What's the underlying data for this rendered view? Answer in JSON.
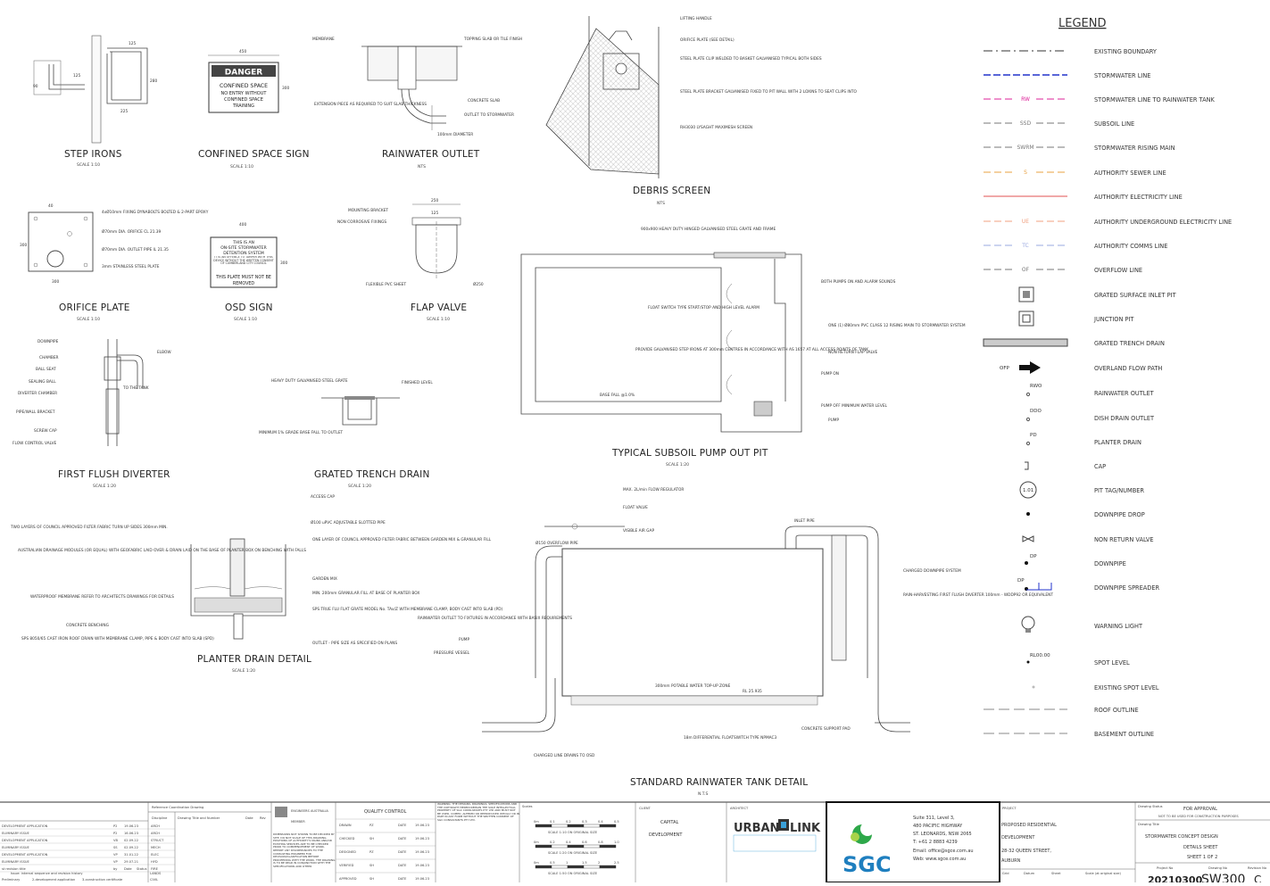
{
  "details": {
    "step_irons": {
      "title": "STEP IRONS",
      "scale": "SCALE 1:10",
      "dims": [
        "125",
        "125",
        "90",
        "280",
        "225"
      ]
    },
    "confined_space_sign": {
      "title": "CONFINED SPACE SIGN",
      "scale": "SCALE 1:10",
      "dim": "450",
      "dim_side": "300",
      "header": "DANGER",
      "line1": "CONFINED SPACE",
      "line2": "NO ENTRY WITHOUT",
      "line3": "CONFINED SPACE",
      "line4": "TRAINING"
    },
    "rainwater_outlet": {
      "title": "RAINWATER OUTLET",
      "scale": "NTS",
      "labels": [
        "MEMBRANE",
        "TOPPING SLAB OR TILE FINISH",
        "EXTENSION PIECE AS REQUIRED TO SUIT SLAB THICKNESS",
        "CONCRETE SLAB",
        "OUTLET TO STORMWATER",
        "100mm DIAMETER"
      ]
    },
    "debris_screen": {
      "title": "DEBRIS SCREEN",
      "scale": "NTS",
      "labels": [
        "LIFTING HANDLE",
        "ORIFICE PLATE (SEE DETAIL)",
        "STEEL PLATE CLIP WELDED TO BASKET GALVANISED TYPICAL BOTH SIDES",
        "STEEL PLATE BRACKET GALVANISED FIXED TO PIT WALL WITH 2 LOXINS TO SEAT CLIPS INTO",
        "RH3030 LYSAGHT MAXIMESH SCREEN"
      ]
    },
    "orifice_plate": {
      "title": "ORIFICE PLATE",
      "scale": "SCALE 1:10",
      "dims": [
        "40",
        "300",
        "300"
      ],
      "labels": [
        "4xØ10mm FIXING DYNABOLTS BOLTED & 2-PART EPOXY",
        "Ø70mm DIA. ORIFICE CL 21.39",
        "Ø70mm DIA. OUTLET PIPE IL 21.35",
        "3mm STAINLESS STEEL PLATE"
      ]
    },
    "osd_sign": {
      "title": "OSD SIGN",
      "scale": "SCALE 1:10",
      "dim": "400",
      "dim_side": "300",
      "line1": "THIS IS AN",
      "line2": "ON-SITE STORMWATER",
      "line3": "DETENTION SYSTEM",
      "line4": "IT IS AN OFFENCE TO TAMPER WITH THIS DEVICE WITHOUT THE WRITTEN CONSENT OF CUMBERLAND CITY COUNCIL",
      "line5": "THIS PLATE MUST NOT BE",
      "line6": "REMOVED"
    },
    "flap_valve": {
      "title": "FLAP VALVE",
      "scale": "SCALE 1:10",
      "dims": [
        "250",
        "125",
        "Ø250"
      ],
      "labels": [
        "MOUNTING BRACKET",
        "NON CORROSIVE FIXINGS",
        "FLEXIBLE PVC SHEET"
      ]
    },
    "pump_pit": {
      "title": "TYPICAL SUBSOIL PUMP OUT PIT",
      "scale": "SCALE 1:20",
      "labels": [
        "900x900 HEAVY DUTY HINGED GALVANISED STEEL GRATE AND FRAME",
        "FLOAT SWITCH TYPE START/STOP AND HIGH LEVEL ALARM",
        "PROVIDE GALVANISED STEP IRONS AT 300mm CENTRES IN ACCORDANCE WITH AS 1657 AT ALL ACCESS POINTS OF TANK",
        "BASE FALL @1.0%",
        "BOTH PUMPS ON AND ALARM SOUNDS",
        "ONE (1) Ø80mm PVC CLASS 12 RISING MAIN TO STORMWATER SYSTEM",
        "NON RETURN FLAP VALVE",
        "PUMP ON",
        "PUMP OFF MINIMUM WATER LEVEL",
        "PUMP"
      ]
    },
    "first_flush": {
      "title": "FIRST FLUSH DIVERTER",
      "scale": "SCALE 1:20",
      "labels": [
        "DOWNPIPE",
        "CHAMBER",
        "BALL SEAT",
        "SEALING BALL",
        "DIVERTER CHAMBER",
        "PIPE/WALL BRACKET",
        "SCREW CAP",
        "FLOW CONTROL VALVE",
        "ELBOW",
        "TO THE TANK"
      ]
    },
    "grated_trench": {
      "title": "GRATED TRENCH DRAIN",
      "scale": "SCALE 1:20",
      "labels": [
        "HEAVY DUTY GALVANISED STEEL GRATE",
        "FINISHED LEVEL",
        "MINIMUM 1% GRADE BASE FALL TO OUTLET"
      ]
    },
    "planter_drain": {
      "title": "PLANTER DRAIN DETAIL",
      "scale": "SCALE 1:20",
      "labels": [
        "ACCESS CAP",
        "Ø100 uPVC ADJUSTABLE SLOTTED PIPE",
        "ONE LAYER OF COUNCIL APPROVED FILTER FABRIC BETWEEN GARDEN MIX & GRANULAR FILL",
        "GARDEN MIX",
        "MIN. 200mm GRANULAR FILL AT BASE OF PLANTER BOX",
        "SPS TRUE FLU FLAT GRATE MODEL No. TAx/Z WITH MEMBRANE CLAMP, BODY CAST INTO SLAB (PD)",
        "OUTLET - PIPE SIZE AS SPECIFIED ON PLANS",
        "TWO LAYERS OF COUNCIL APPROVED FILTER FABRIC TURN UP SIDES 300mm MIN.",
        "AUSTRALIAN DRAINAGE MODULES (OR EQUAL) WITH GEOFABRIC LAID OVER & DRAIN LAID ON THE BASE OF PLANTER BOX ON BENCHING WITH FALLS",
        "WATERPROOF MEMBRANE REFER TO ARCHITECTS DRAWINGS FOR DETAILS",
        "CONCRETE BENCHING",
        "SPS 8050/65 CAST IRON ROOF DRAIN WITH MEMBRANE CLAMP, PIPE & BODY CAST INTO SLAB (SPD)"
      ]
    },
    "rainwater_tank": {
      "title": "STANDARD RAINWATER TANK DETAIL",
      "scale": "N.T.S",
      "labels": [
        "MAX. 2L/min FLOW REGULATOR",
        "FLOAT VALVE",
        "VISIBLE AIR GAP",
        "Ø150 OVERFLOW PIPE",
        "INLET PIPE",
        "CHARGED DOWNPIPE SYSTEM",
        "RAIN-HARVESTING FIRST FLUSH DIVERTER 100mm - WDDP92 OR EQUIVALENT",
        "RAINWATER OUTLET TO FIXTURES IN ACCORDANCE WITH BASIX REQUIREMENTS",
        "PUMP",
        "PRESSURE VESSEL",
        "300mm POTABLE WATER TOP-UP ZONE",
        "RL 25.935",
        "CONCRETE SUPPORT PAD",
        "18m DIFFERENTIAL FLOATSWITCH TYPE NPMAC3",
        "CHARGED LINE DRAINS TO OSD"
      ]
    }
  },
  "legend": {
    "heading": "LEGEND",
    "items": [
      {
        "label": "EXISTING BOUNDARY",
        "tag": ""
      },
      {
        "label": "STORMWATER LINE",
        "tag": ""
      },
      {
        "label": "STORMWATER LINE TO RAINWATER TANK",
        "tag": "RW"
      },
      {
        "label": "SUBSOIL LINE",
        "tag": "SSD"
      },
      {
        "label": "STORMWATER RISING MAIN",
        "tag": "SWRM"
      },
      {
        "label": "AUTHORITY SEWER LINE",
        "tag": "S"
      },
      {
        "label": "AUTHORITY ELECTRICITY LINE",
        "tag": ""
      },
      {
        "label": "AUTHORITY UNDERGROUND ELECTRICITY LINE",
        "tag": "UE"
      },
      {
        "label": "AUTHORITY COMMS LINE",
        "tag": "TC"
      },
      {
        "label": "OVERFLOW LINE",
        "tag": "OF"
      },
      {
        "label": "GRATED SURFACE INLET PIT",
        "tag": ""
      },
      {
        "label": "JUNCTION PIT",
        "tag": ""
      },
      {
        "label": "GRATED TRENCH DRAIN",
        "tag": ""
      },
      {
        "label": "OVERLAND FLOW PATH",
        "tag": "OFP"
      },
      {
        "label": "RAINWATER OUTLET",
        "tag": "RWO"
      },
      {
        "label": "DISH DRAIN OUTLET",
        "tag": "DDO"
      },
      {
        "label": "PLANTER DRAIN",
        "tag": "PD"
      },
      {
        "label": "CAP",
        "tag": ""
      },
      {
        "label": "PIT TAG/NUMBER",
        "tag": "1.01"
      },
      {
        "label": "DOWNPIPE DROP",
        "tag": ""
      },
      {
        "label": "NON RETURN VALVE",
        "tag": ""
      },
      {
        "label": "DOWNPIPE",
        "tag": "DP"
      },
      {
        "label": "DOWNPIPE SPREADER",
        "tag": "DP"
      },
      {
        "label": "WARNING LIGHT",
        "tag": ""
      },
      {
        "label": "SPOT LEVEL",
        "tag": "RL00.00"
      },
      {
        "label": "EXISTING SPOT LEVEL",
        "tag": ""
      },
      {
        "label": "ROOF OUTLINE",
        "tag": ""
      },
      {
        "label": "BASEMENT OUTLINE",
        "tag": ""
      }
    ],
    "colors": [
      "#333333",
      "#2233cc",
      "#dd2299",
      "#777777",
      "#777777",
      "#e8a040",
      "#e05050",
      "#f0a080",
      "#9aa8e0",
      "#777777"
    ]
  },
  "title_block": {
    "revisions": [
      {
        "desc": "DEVELOPMENT APPLICATION",
        "rev": "P2",
        "date": "19.06.23",
        "by": "ARCH"
      },
      {
        "desc": "ELIMINARY ISSUE",
        "rev": "P2",
        "date": "16.06.23",
        "by": "ARCH"
      },
      {
        "desc": "DEVELOPMENT APPLICATION",
        "rev": "VB",
        "date": "02.09.22",
        "by": "STRUCT"
      },
      {
        "desc": "ELIMINARY ISSUE",
        "rev": "SS",
        "date": "02.09.22",
        "by": "MECH"
      },
      {
        "desc": "DEVELOPMENT APPLICATION",
        "rev": "VP",
        "date": "31.01.22",
        "by": "ELEC"
      },
      {
        "desc": "ELIMINARY ISSUE",
        "rev": "VP",
        "date": "29.07.21",
        "by": "HYD"
      },
      {
        "desc": "st revision title",
        "rev": "by",
        "date": "Date",
        "by": "FIRE"
      }
    ],
    "ref_heading": "Reference Coordination Drawing",
    "ref_cols": [
      "Discipline",
      "Drawing Title and Number",
      "Date",
      "Rev"
    ],
    "ref_extra": [
      "LANDS",
      "CIVIL"
    ],
    "status_cols": [
      "Status"
    ],
    "issue_legend": "Issue: internal sequence and revision history",
    "issue_sub": [
      "Preliminary",
      "2-development application",
      "3-construction certificate"
    ],
    "engineers": "ENGINEERS AUSTRALIA",
    "engineers_sub": "MEMBER",
    "disclaimer": "DIMENSIONS NOT SHOWN TO BE DECIDED BY SITE. DO NOT SCALE OF THIS DRAWING. POSITIONS OF AUTHORITY'S MAINS AND/OR EXISTING SERVICES ARE TO BE CHECKED PRIOR TO COMMENCEMENT OF WORK. REPORT ANY DISCREPANCIES TO THE CONSULTING ENGINEER FOR DECISION/CLARIFICATION BEFORE PROCEEDING WITH THE WORK. THE DRAWING IS TO BE READ IN CONJUNCTION WITH THE SPECIFICATIONS AND OTHER",
    "qc_heading": "QUALITY CONTROL",
    "qc": [
      {
        "role": "DRAWN",
        "who": "PZ",
        "date": "19.06.23"
      },
      {
        "role": "CHECKED",
        "who": "SH",
        "date": "19.06.23"
      },
      {
        "role": "DESIGNED",
        "who": "PZ",
        "date": "19.06.23"
      },
      {
        "role": "VERIFIED",
        "who": "SH",
        "date": "19.06.23"
      },
      {
        "role": "APPROVED",
        "who": "SH",
        "date": "19.06.23"
      }
    ],
    "date_label": "DATE",
    "warning": "WARNING: THE DESIGNS, DRAWINGS, SPECIFICATIONS AND THE COPYRIGHT HEREIN REMAIN THE SOLE INTELLECTUAL PROPERTY OF SGC CONSULTANTS PTY LTD AND MUST NOT BE USED, COPIED, ALTERED OR REPRODUCED WHOLLY OR IN PART IN ANY FORM WITHOUT THE WRITTEN CONSENT OF SGC CONSULTANTS PTY LTD.",
    "scales_heading": "Scales",
    "scales": [
      {
        "label": "SCALE 1:10 ON ORIGINAL SIZE",
        "ticks": [
          "0m",
          "0.1",
          "0.2",
          "0.3",
          "0.4",
          "0.5"
        ]
      },
      {
        "label": "SCALE 1:20 ON ORIGINAL SIZE",
        "ticks": [
          "0m",
          "0.2",
          "0.4",
          "0.6",
          "0.8",
          "1.0"
        ]
      },
      {
        "label": "SCALE 1:50 ON ORIGINAL SIZE",
        "ticks": [
          "0m",
          "0.5",
          "1",
          "1.5",
          "2",
          "2.5"
        ]
      }
    ],
    "client_heading": "CLIENT",
    "client": [
      "CAPITAL",
      "DEVELOPMENT"
    ],
    "architect_heading": "ARCHITECT",
    "architect_logo": "URBAN",
    "architect_logo2": "LINK",
    "sgc_logo": "SGC",
    "address": [
      "Suite 311, Level 3,",
      "480 PACIFIC HIGHWAY",
      "ST. LEONARDS, NSW 2065",
      "T: +61 2 8883 4239",
      "Email: office@sgce.com.au",
      "Web: www.sgce.com.au"
    ],
    "project_heading": "PROJECT",
    "project": [
      "PROPOSED RESIDENTIAL",
      "DEVELOPMENT"
    ],
    "project_addr": [
      "28-32 QUEEN STREET,",
      "AUBURN"
    ],
    "project_footer": [
      "Grid",
      "Datum",
      "Sheet",
      "Scale (at original size)"
    ],
    "status_heading": "Drawing Status",
    "status": "FOR APPROVAL",
    "status_note": "NOT TO BE USED FOR CONSTRUCTION PURPOSES",
    "title_heading": "Drawing Title",
    "drawing_title": "STORMWATER CONCEPT DESIGN",
    "drawing_sub": "DETAILS SHEET",
    "sheet": "SHEET 1 OF 2",
    "proj_no_label": "Project No",
    "proj_no": "20210300",
    "drawing_no_label": "Drawing No",
    "drawing_no": "SW300",
    "rev_label": "Revision No",
    "rev_no": "C"
  }
}
